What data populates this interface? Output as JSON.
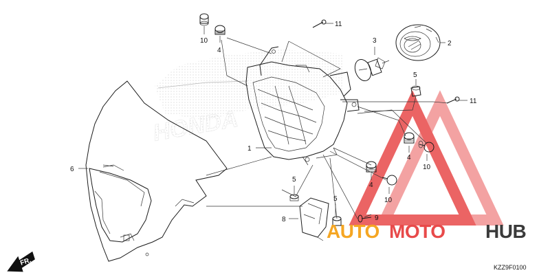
{
  "callouts": {
    "c1": "1",
    "c2": "2",
    "c3": "3",
    "c4a": "4",
    "c4b": "4",
    "c4c": "4",
    "c5a": "5",
    "c5b": "5",
    "c5c": "5",
    "c6": "6",
    "c8": "8",
    "c9": "9",
    "c10a": "10",
    "c10b": "10",
    "c10c": "10",
    "c11a": "11",
    "c11b": "11"
  },
  "diagram_code": "KZZ9F0100",
  "direction_label": "FR.",
  "watermark": {
    "part1": "AUTO",
    "part2": "MOTO",
    "part3": "HUB",
    "color_orange": "#f5a623",
    "color_red": "#e84a4a",
    "color_dark": "#3a3a3a",
    "triangle_color": "#e84a4a"
  },
  "background_logo": "HONDA"
}
